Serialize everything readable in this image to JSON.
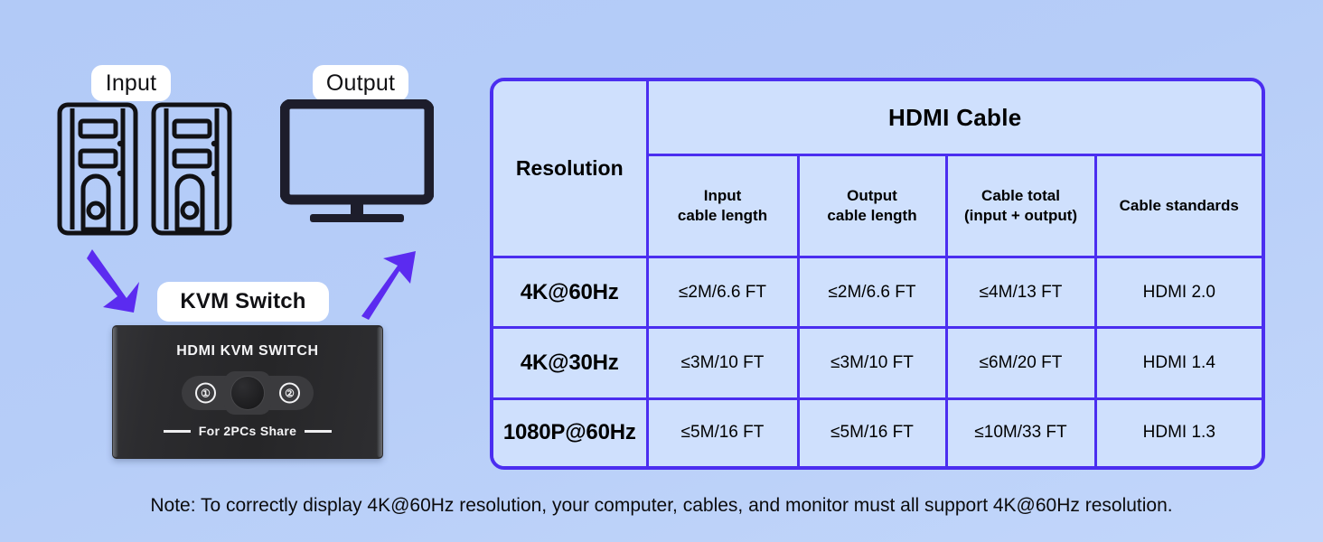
{
  "diagram": {
    "input_label": "Input",
    "output_label": "Output",
    "kvm_label": "KVM Switch",
    "device": {
      "title": "HDMI KVM SWITCH",
      "port_1": "①",
      "port_2": "②",
      "footer": "For 2PCs Share"
    },
    "icons": {
      "pc_tower": "pc-tower-icon",
      "monitor": "monitor-icon",
      "arrow_down": "arrow-down-right-icon",
      "arrow_up": "arrow-up-right-icon"
    }
  },
  "table": {
    "col_resolution": "Resolution",
    "group_header": "HDMI Cable",
    "sub_headers": [
      "Input\ncable length",
      "Output\ncable length",
      "Cable total\n(input + output)",
      "Cable standards"
    ],
    "sub_headers_l1": [
      "Input",
      "Output",
      "Cable total",
      "Cable standards"
    ],
    "sub_headers_l2": [
      "cable length",
      "cable length",
      "(input + output)",
      ""
    ],
    "rows": [
      {
        "resolution": "4K@60Hz",
        "input_cable_length": "≤2M/6.6 FT",
        "output_cable_length": "≤2M/6.6 FT",
        "cable_total": "≤4M/13 FT",
        "cable_standard": "HDMI 2.0"
      },
      {
        "resolution": "4K@30Hz",
        "input_cable_length": "≤3M/10 FT",
        "output_cable_length": "≤3M/10 FT",
        "cable_total": "≤6M/20 FT",
        "cable_standard": "HDMI 1.4"
      },
      {
        "resolution": "1080P@60Hz",
        "input_cable_length": "≤5M/16 FT",
        "output_cable_length": "≤5M/16 FT",
        "cable_total": "≤10M/33 FT",
        "cable_standard": "HDMI 1.3"
      }
    ]
  },
  "note": "Note: To correctly display 4K@60Hz resolution, your computer, cables, and monitor must all support 4K@60Hz resolution.",
  "colors": {
    "background": "#b3cbf7",
    "table_border": "#4b2ef0",
    "table_cell": "#cfe0fd",
    "arrow": "#5b2bf0",
    "device_body": "#2b2b2d",
    "pill_background": "#ffffff",
    "text": "#000000"
  }
}
